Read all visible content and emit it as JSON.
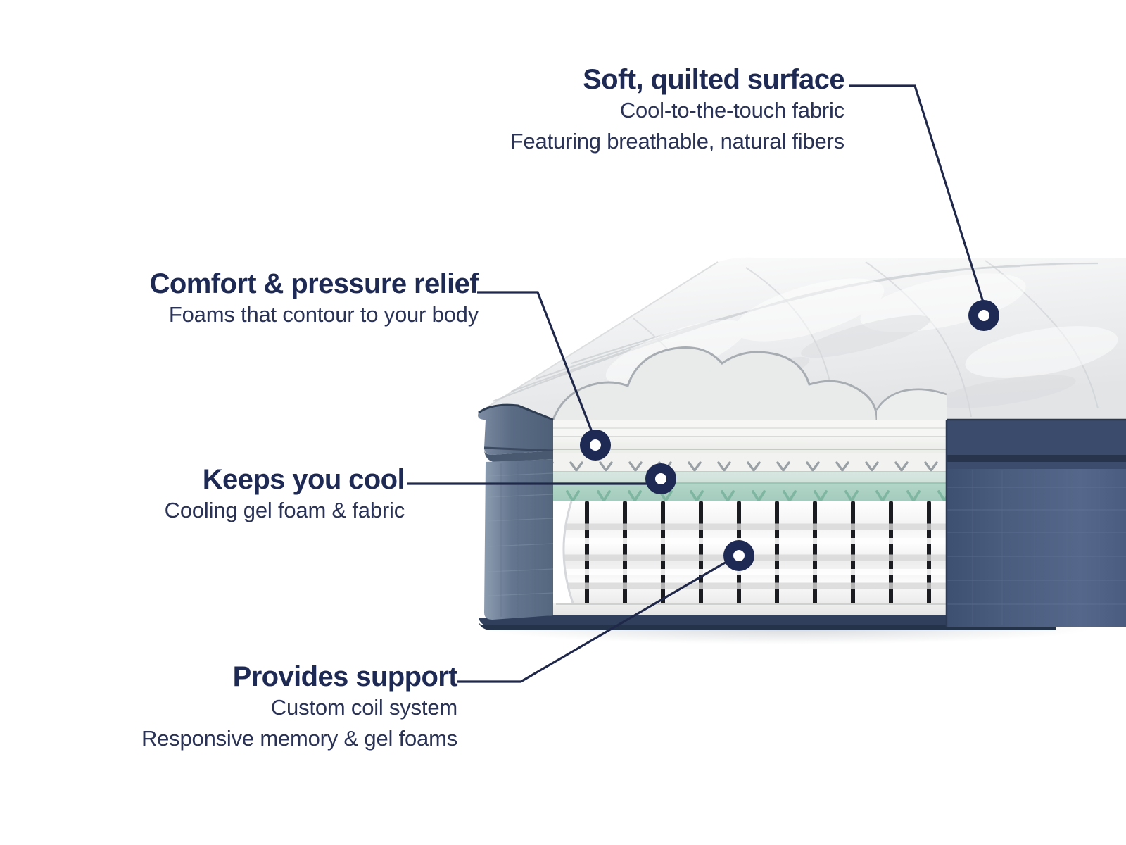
{
  "theme": {
    "background": "#ffffff",
    "navy": "#1e2a54",
    "navy_text": "#2a3356",
    "leader_line": "#20284a",
    "dot_fill": "#1e2a54",
    "dot_center": "#ffffff",
    "side_panel_left": "#6b7d96",
    "side_panel_right": "#46587a",
    "cool_layer_light": "#cfe0da",
    "cool_layer_deep": "#a9cfc2",
    "quilt_white": "#f2f3f4",
    "coil_white": "#fbfbfb",
    "coil_divider": "#1b1b22"
  },
  "callouts": [
    {
      "id": "soft-quilted-surface",
      "title": "Soft, quilted surface",
      "lines": [
        "Cool-to-the-touch fabric",
        "Featuring breathable, natural fibers"
      ],
      "marker_label": "soft-quilted-surface-marker"
    },
    {
      "id": "comfort-pressure-relief",
      "title": "Comfort & pressure relief",
      "lines": [
        "Foams that contour to your body"
      ],
      "marker_label": "comfort-pressure-relief-marker"
    },
    {
      "id": "keeps-you-cool",
      "title": "Keeps you cool",
      "lines": [
        "Cooling gel foam & fabric"
      ],
      "marker_label": "keeps-you-cool-marker"
    },
    {
      "id": "provides-support",
      "title": "Provides support",
      "lines": [
        "Custom coil system",
        "Responsive memory & gel foams"
      ],
      "marker_label": "provides-support-marker"
    }
  ],
  "product": {
    "image_name": "mattress-cutaway-illustration",
    "layers": [
      "quilted-top-surface",
      "comfort-foam-layers",
      "cooling-gel-foam-layer",
      "pocketed-coil-system",
      "base-foam-layer"
    ]
  }
}
